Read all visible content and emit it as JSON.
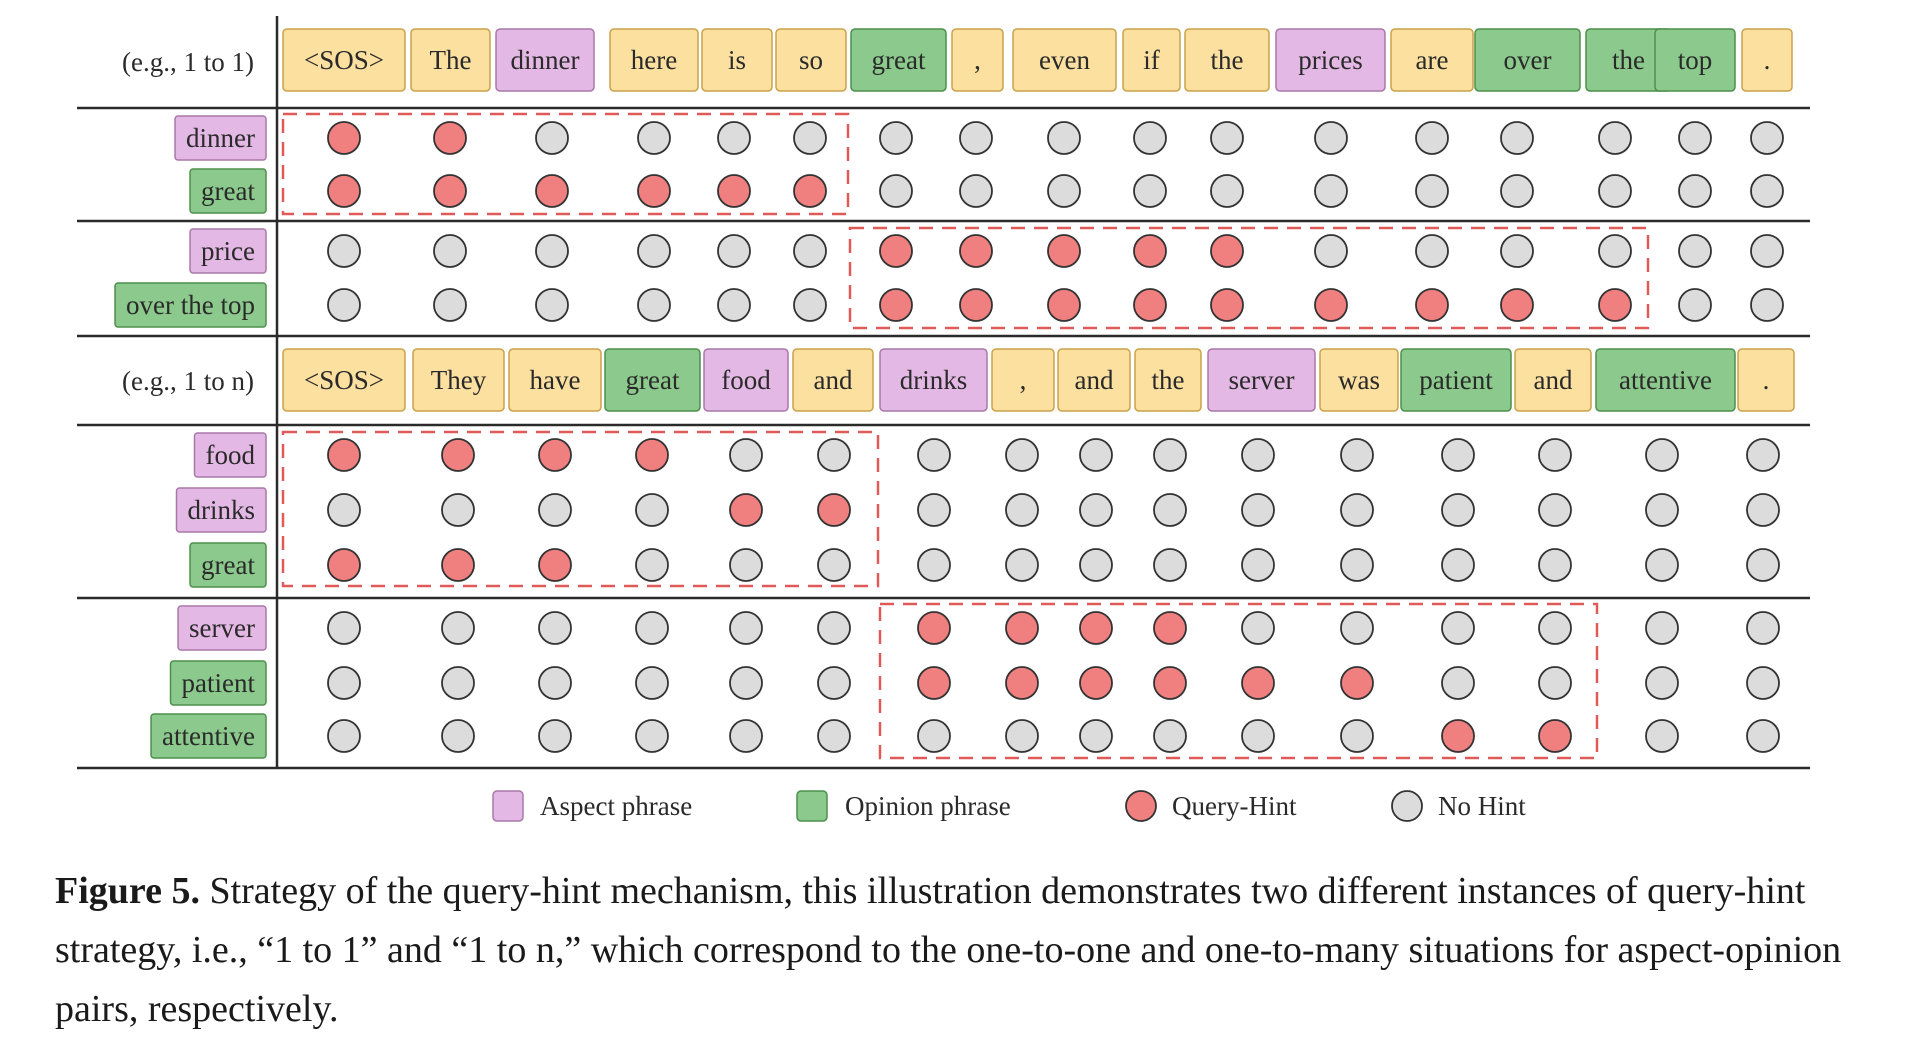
{
  "palette": {
    "aspect": "#e4b8e4",
    "opinion": "#8cc98c",
    "neutral": "#fbe0a0",
    "hint": "#f08080",
    "no_hint": "#dcdcdc",
    "dash": "#e05a5a",
    "line": "#2a2a2a"
  },
  "sections": [
    {
      "label": "(e.g., 1 to 1)",
      "tokens": [
        {
          "text": "<SOS>",
          "kind": "neutral"
        },
        {
          "text": "The",
          "kind": "neutral"
        },
        {
          "text": "dinner",
          "kind": "aspect"
        },
        {
          "text": "here",
          "kind": "neutral"
        },
        {
          "text": "is",
          "kind": "neutral"
        },
        {
          "text": "so",
          "kind": "neutral"
        },
        {
          "text": "great",
          "kind": "opinion"
        },
        {
          "text": ",",
          "kind": "neutral"
        },
        {
          "text": "even",
          "kind": "neutral"
        },
        {
          "text": "if",
          "kind": "neutral"
        },
        {
          "text": "the",
          "kind": "neutral"
        },
        {
          "text": "prices",
          "kind": "aspect"
        },
        {
          "text": "are",
          "kind": "neutral"
        },
        {
          "text": "over",
          "kind": "opinion"
        },
        {
          "text": "the",
          "kind": "opinion"
        },
        {
          "text": "top",
          "kind": "opinion"
        },
        {
          "text": ".",
          "kind": "neutral"
        }
      ],
      "groups": [
        {
          "rows": [
            {
              "label": "dinner",
              "kind": "aspect",
              "hints": [
                1,
                1,
                0,
                0,
                0,
                0,
                0,
                0,
                0,
                0,
                0,
                0,
                0,
                0,
                0,
                0,
                0
              ]
            },
            {
              "label": "great",
              "kind": "opinion",
              "hints": [
                1,
                1,
                1,
                1,
                1,
                1,
                0,
                0,
                0,
                0,
                0,
                0,
                0,
                0,
                0,
                0,
                0
              ]
            }
          ],
          "box_cols": [
            0,
            5
          ]
        },
        {
          "rows": [
            {
              "label": "price",
              "kind": "aspect",
              "hints": [
                0,
                0,
                0,
                0,
                0,
                0,
                1,
                1,
                1,
                1,
                1,
                0,
                0,
                0,
                0,
                0,
                0
              ]
            },
            {
              "label": "over the top",
              "kind": "opinion",
              "hints": [
                0,
                0,
                0,
                0,
                0,
                0,
                1,
                1,
                1,
                1,
                1,
                1,
                1,
                1,
                1,
                0,
                0
              ]
            }
          ],
          "box_cols": [
            6,
            14
          ]
        }
      ]
    },
    {
      "label": "(e.g., 1 to n)",
      "tokens": [
        {
          "text": "<SOS>",
          "kind": "neutral"
        },
        {
          "text": "They",
          "kind": "neutral"
        },
        {
          "text": "have",
          "kind": "neutral"
        },
        {
          "text": "great",
          "kind": "opinion"
        },
        {
          "text": "food",
          "kind": "aspect"
        },
        {
          "text": "and",
          "kind": "neutral"
        },
        {
          "text": "drinks",
          "kind": "aspect"
        },
        {
          "text": ",",
          "kind": "neutral"
        },
        {
          "text": "and",
          "kind": "neutral"
        },
        {
          "text": "the",
          "kind": "neutral"
        },
        {
          "text": "server",
          "kind": "aspect"
        },
        {
          "text": "was",
          "kind": "neutral"
        },
        {
          "text": "patient",
          "kind": "opinion"
        },
        {
          "text": "and",
          "kind": "neutral"
        },
        {
          "text": "attentive",
          "kind": "opinion"
        },
        {
          "text": ".",
          "kind": "neutral"
        }
      ],
      "groups": [
        {
          "rows": [
            {
              "label": "food",
              "kind": "aspect",
              "hints": [
                1,
                1,
                1,
                1,
                0,
                0,
                0,
                0,
                0,
                0,
                0,
                0,
                0,
                0,
                0,
                0
              ]
            },
            {
              "label": "drinks",
              "kind": "aspect",
              "hints": [
                0,
                0,
                0,
                0,
                1,
                1,
                0,
                0,
                0,
                0,
                0,
                0,
                0,
                0,
                0,
                0
              ]
            },
            {
              "label": "great",
              "kind": "opinion",
              "hints": [
                1,
                1,
                1,
                0,
                0,
                0,
                0,
                0,
                0,
                0,
                0,
                0,
                0,
                0,
                0,
                0
              ]
            }
          ],
          "box_cols": [
            0,
            5
          ]
        },
        {
          "rows": [
            {
              "label": "server",
              "kind": "aspect",
              "hints": [
                0,
                0,
                0,
                0,
                0,
                0,
                1,
                1,
                1,
                1,
                0,
                0,
                0,
                0,
                0,
                0
              ]
            },
            {
              "label": "patient",
              "kind": "opinion",
              "hints": [
                0,
                0,
                0,
                0,
                0,
                0,
                1,
                1,
                1,
                1,
                1,
                1,
                0,
                0,
                0,
                0
              ]
            },
            {
              "label": "attentive",
              "kind": "opinion",
              "hints": [
                0,
                0,
                0,
                0,
                0,
                0,
                0,
                0,
                0,
                0,
                0,
                0,
                1,
                1,
                0,
                0
              ]
            }
          ],
          "box_cols": [
            6,
            13
          ]
        }
      ]
    }
  ],
  "legend": [
    {
      "label": "Aspect phrase",
      "kind": "aspect"
    },
    {
      "label": "Opinion phrase",
      "kind": "opinion"
    },
    {
      "label": "Query-Hint",
      "kind": "hint"
    },
    {
      "label": "No Hint",
      "kind": "no_hint"
    }
  ],
  "caption": {
    "label": "Figure 5.",
    "text": "Strategy of the query-hint mechanism, this illustration demonstrates two different instances of query-hint strategy, i.e., “1 to 1” and “1 to n,” which correspond to the one-to-one and one-to-many situations for aspect-opinion pairs, respectively."
  }
}
